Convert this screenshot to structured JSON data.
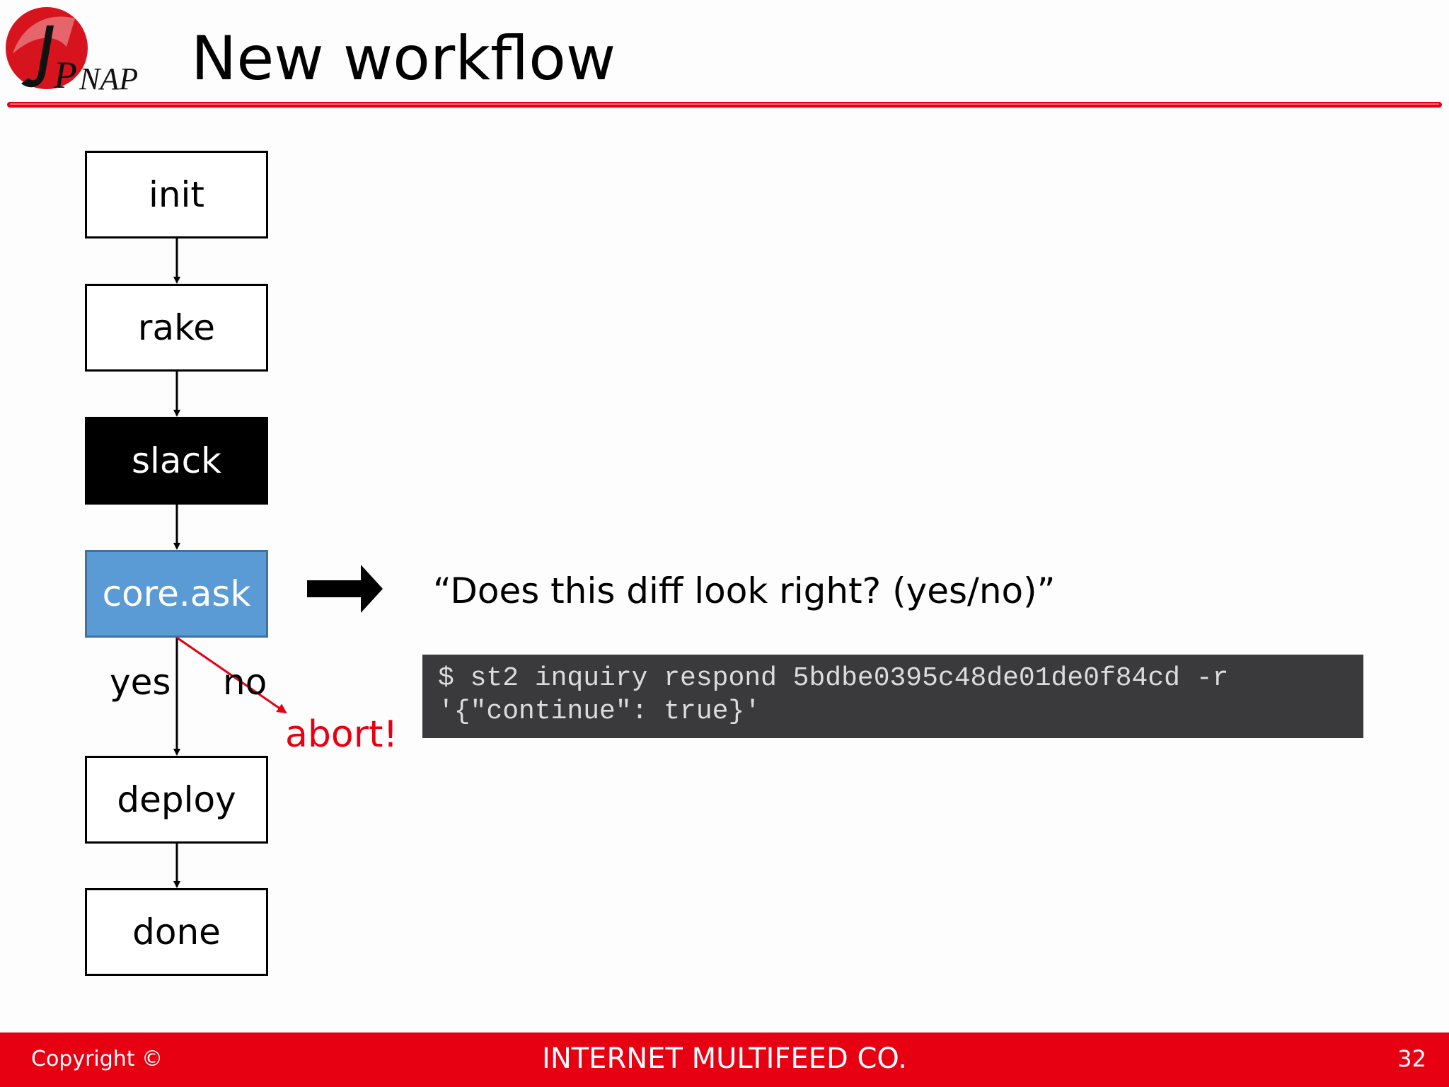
{
  "logo": {
    "text": "JPNAP"
  },
  "title": "New workflow",
  "diagram": {
    "nodes": [
      {
        "id": "init",
        "label": "init"
      },
      {
        "id": "rake",
        "label": "rake"
      },
      {
        "id": "slack",
        "label": "slack"
      },
      {
        "id": "core_ask",
        "label": "core.ask"
      },
      {
        "id": "deploy",
        "label": "deploy"
      },
      {
        "id": "done",
        "label": "done"
      }
    ],
    "edges": [
      {
        "from": "init",
        "to": "rake"
      },
      {
        "from": "rake",
        "to": "slack"
      },
      {
        "from": "slack",
        "to": "core_ask"
      },
      {
        "from": "core_ask",
        "to": "deploy",
        "label": "yes"
      },
      {
        "from": "core_ask",
        "to": "abort",
        "label": "no"
      },
      {
        "from": "deploy",
        "to": "done"
      }
    ],
    "yes_label": "yes",
    "no_label": "no",
    "abort_label": "abort!"
  },
  "prompt_text": "“Does this diff look right? (yes/no)”",
  "command": {
    "line1": "$ st2 inquiry respond 5bdbe0395c48de01de0f84cd -r",
    "line2": "'{\"continue\": true}'"
  },
  "footer": {
    "copyright": "Copyright ©",
    "company": "INTERNET MULTIFEED CO.",
    "page_number": "32"
  },
  "colors": {
    "brand_red": "#e60012",
    "core_ask_blue": "#5b9bd5",
    "code_background": "#3a3a3c"
  }
}
